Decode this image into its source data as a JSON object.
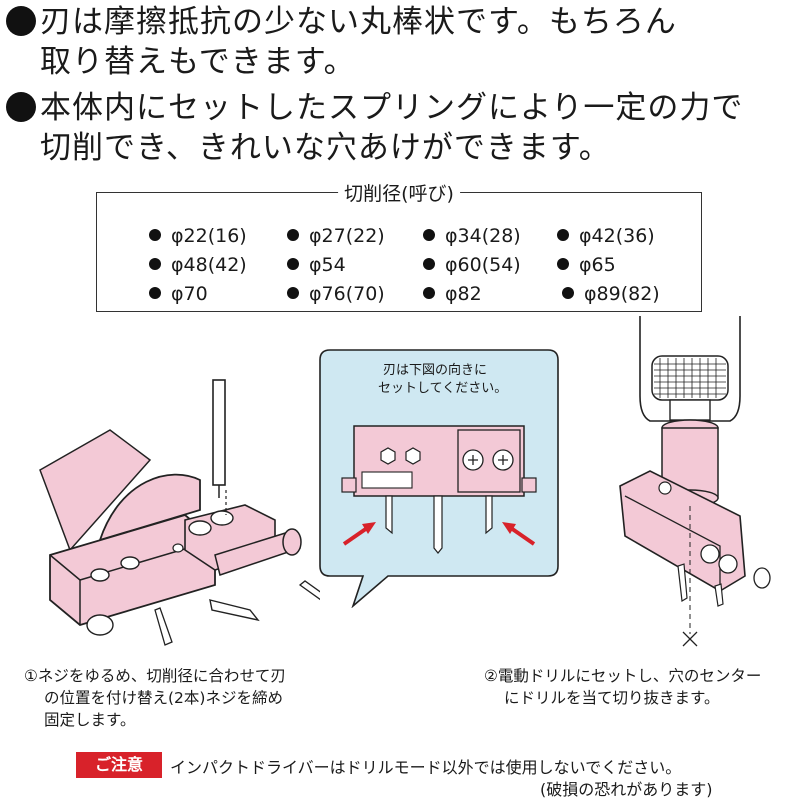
{
  "bullets": [
    {
      "line1": "刃は摩擦抵抗の少ない丸棒状です。もちろん",
      "line2": "取り替えもできます。"
    },
    {
      "line1": "本体内にセットしたスプリングにより一定の力で",
      "line2": "切削でき、きれいな穴あけができます。"
    }
  ],
  "sizes": {
    "title": "切削径(呼び)",
    "items": [
      "φ22(16)",
      "φ27(22)",
      "φ34(28)",
      "φ42(36)",
      "φ48(42)",
      "φ54",
      "φ60(54)",
      "φ65",
      "φ70",
      "φ76(70)",
      "φ82",
      "φ89(82)"
    ]
  },
  "bubble": {
    "line1": "刃は下図の向きに",
    "line2": "セットしてください。"
  },
  "captions": {
    "left": {
      "line1": "①ネジをゆるめ、切削径に合わせて刃",
      "line2": "の位置を付け替え(2本)ネジを締め",
      "line3": "固定します。"
    },
    "right": {
      "line1": "②電動ドリルにセットし、穴のセンター",
      "line2": "にドリルを当て切り抜きます。"
    }
  },
  "notice": {
    "badge": "ご注意",
    "text": "インパクトドライバーはドリルモード以外では使用しないでください。",
    "sub": "(破損の恐れがあります)"
  },
  "colors": {
    "pink": "#f3c9d6",
    "bubble": "#cfe8f2",
    "red": "#d8222a"
  }
}
